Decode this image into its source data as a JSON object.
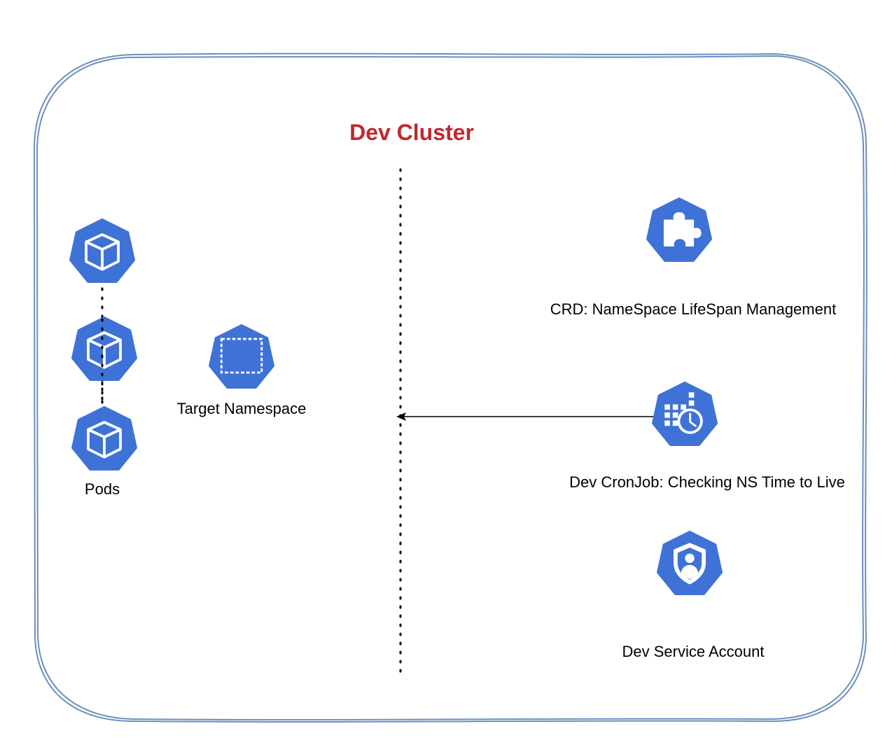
{
  "diagram": {
    "title": "Dev Cluster",
    "title_color": "#c0282d",
    "border_color": "#6c8ebf",
    "icon_color": "#3e72d6",
    "left": {
      "pods_label": "Pods",
      "namespace_label": "Target Namespace"
    },
    "right": {
      "crd_label": "CRD: NameSpace LifeSpan Management",
      "cronjob_label": "Dev CronJob: Checking NS Time to Live",
      "service_account_label": "Dev Service Account"
    },
    "icons": {
      "pod_top": "pod-icon",
      "pod_middle": "pod-icon",
      "pod_bottom": "pod-icon",
      "namespace": "namespace-icon",
      "crd": "crd-puzzle-icon",
      "cronjob": "cronjob-clock-icon",
      "service_account": "service-account-shield-icon"
    }
  }
}
